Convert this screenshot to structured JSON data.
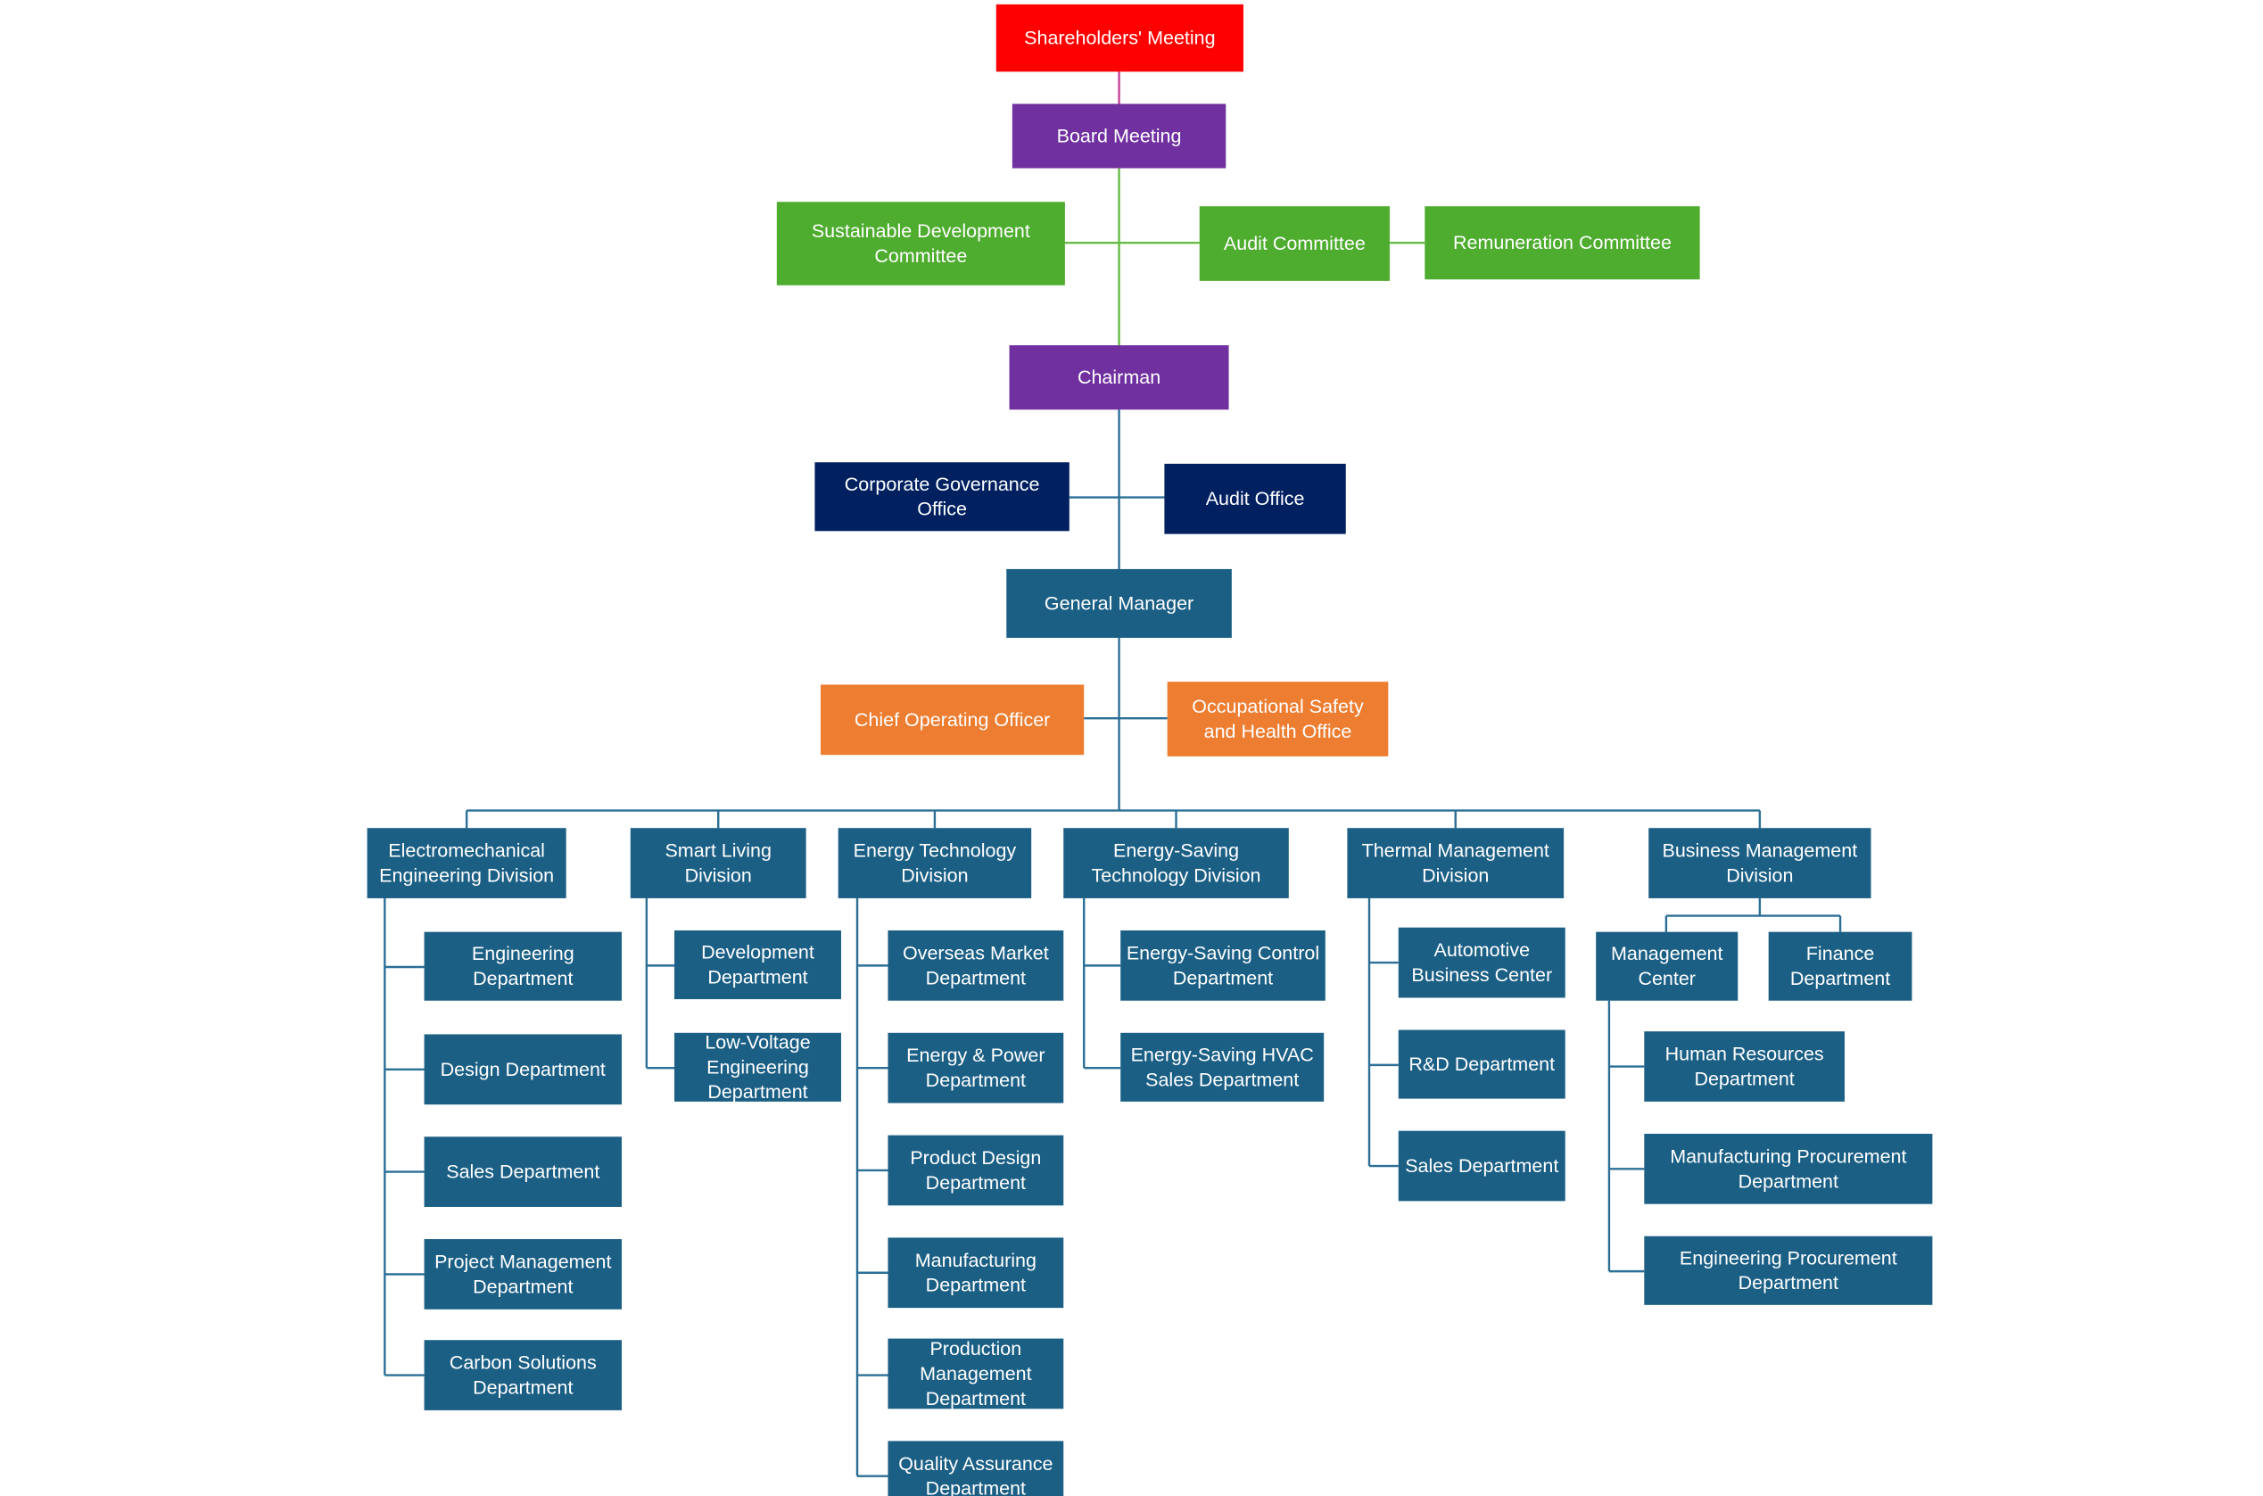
{
  "colors": {
    "top_meeting": "#ff0000",
    "board": "#7030a0",
    "committee": "#4eac2f",
    "office": "#002060",
    "management": "#1b5f85",
    "operations": "#ed7d31",
    "line_top": "#c7409a",
    "line_green": "#66bb44",
    "line_blue": "#2b6f97"
  },
  "nodes": {
    "shareholders_meeting": "Shareholders' Meeting",
    "board_meeting": "Board Meeting",
    "sustainable_development_committee": [
      "Sustainable Development",
      "Committee"
    ],
    "audit_committee": "Audit Committee",
    "remuneration_committee": "Remuneration Committee",
    "chairman": "Chairman",
    "corporate_governance_office": [
      "Corporate Governance",
      "Office"
    ],
    "audit_office": "Audit Office",
    "general_manager": "General Manager",
    "chief_operating_officer": "Chief Operating Officer",
    "occupational_safety_office": [
      "Occupational Safety",
      "and Health Office"
    ]
  },
  "divisions": [
    {
      "key": "electromechanical",
      "label": [
        "Electromechanical",
        "Engineering Division"
      ],
      "departments": [
        [
          "Engineering",
          "Department"
        ],
        [
          "Design Department"
        ],
        [
          "Sales Department"
        ],
        [
          "Project Management",
          "Department"
        ],
        [
          "Carbon Solutions",
          "Department"
        ]
      ]
    },
    {
      "key": "smart-living",
      "label": [
        "Smart Living",
        "Division"
      ],
      "departments": [
        [
          "Development",
          "Department"
        ],
        [
          "Low-Voltage",
          "Engineering",
          "Department"
        ]
      ]
    },
    {
      "key": "energy-technology",
      "label": [
        "Energy Technology",
        "Division"
      ],
      "departments": [
        [
          "Overseas Market",
          "Department"
        ],
        [
          "Energy & Power",
          "Department"
        ],
        [
          "Product Design",
          "Department"
        ],
        [
          "Manufacturing",
          "Department"
        ],
        [
          "Production",
          "Management",
          "Department"
        ],
        [
          "Quality Assurance",
          "Department"
        ]
      ]
    },
    {
      "key": "energy-saving",
      "label": [
        "Energy-Saving",
        "Technology Division"
      ],
      "departments": [
        [
          "Energy-Saving Control",
          "Department"
        ],
        [
          "Energy-Saving HVAC",
          "Sales Department"
        ]
      ]
    },
    {
      "key": "thermal-management",
      "label": [
        "Thermal Management",
        "Division"
      ],
      "departments": [
        [
          "Automotive",
          "Business Center"
        ],
        [
          "R&D Department"
        ],
        [
          "Sales Department"
        ]
      ]
    },
    {
      "key": "business-management",
      "label": [
        "Business Management",
        "Division"
      ],
      "departments": [
        [
          "Management",
          "Center"
        ],
        [
          "Finance",
          "Department"
        ]
      ],
      "management_center_departments": [
        [
          "Human Resources",
          "Department"
        ],
        [
          "Manufacturing Procurement",
          "Department"
        ],
        [
          "Engineering Procurement",
          "Department"
        ]
      ]
    }
  ]
}
